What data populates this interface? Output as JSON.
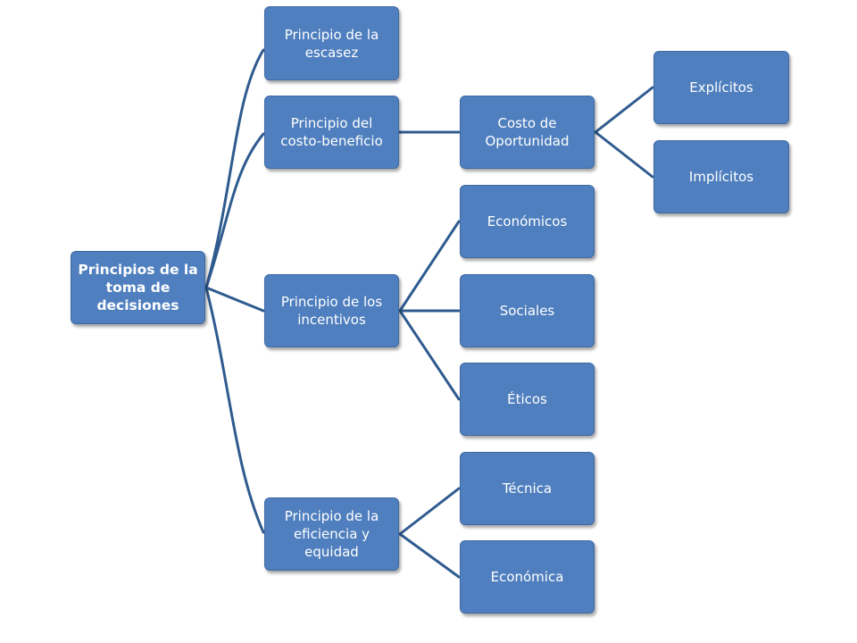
{
  "diagram": {
    "colors": {
      "node_fill": "#4F7FBE",
      "node_text": "#FFFFFF",
      "connector": "#2F5B8F",
      "background": "#FFFFFF"
    },
    "root": {
      "label": "Principios de la\ntoma de\ndecisiones"
    },
    "principles": {
      "escasez": {
        "label": "Principio de la\nescasez"
      },
      "costo_beneficio": {
        "label": "Principio del\ncosto-beneficio"
      },
      "incentivos": {
        "label": "Principio de los\nincentivos"
      },
      "eficiencia": {
        "label": "Principio de la\neficiencia y\nequidad"
      }
    },
    "costo_oportunidad": {
      "label": "Costo de\nOportunidad",
      "children": {
        "explicitos": {
          "label": "Explícitos"
        },
        "implicitos": {
          "label": "Implícitos"
        }
      }
    },
    "incentivos_children": {
      "economicos": {
        "label": "Económicos"
      },
      "sociales": {
        "label": "Sociales"
      },
      "eticos": {
        "label": "Éticos"
      }
    },
    "eficiencia_children": {
      "tecnica": {
        "label": "Técnica"
      },
      "economica": {
        "label": "Económica"
      }
    }
  }
}
